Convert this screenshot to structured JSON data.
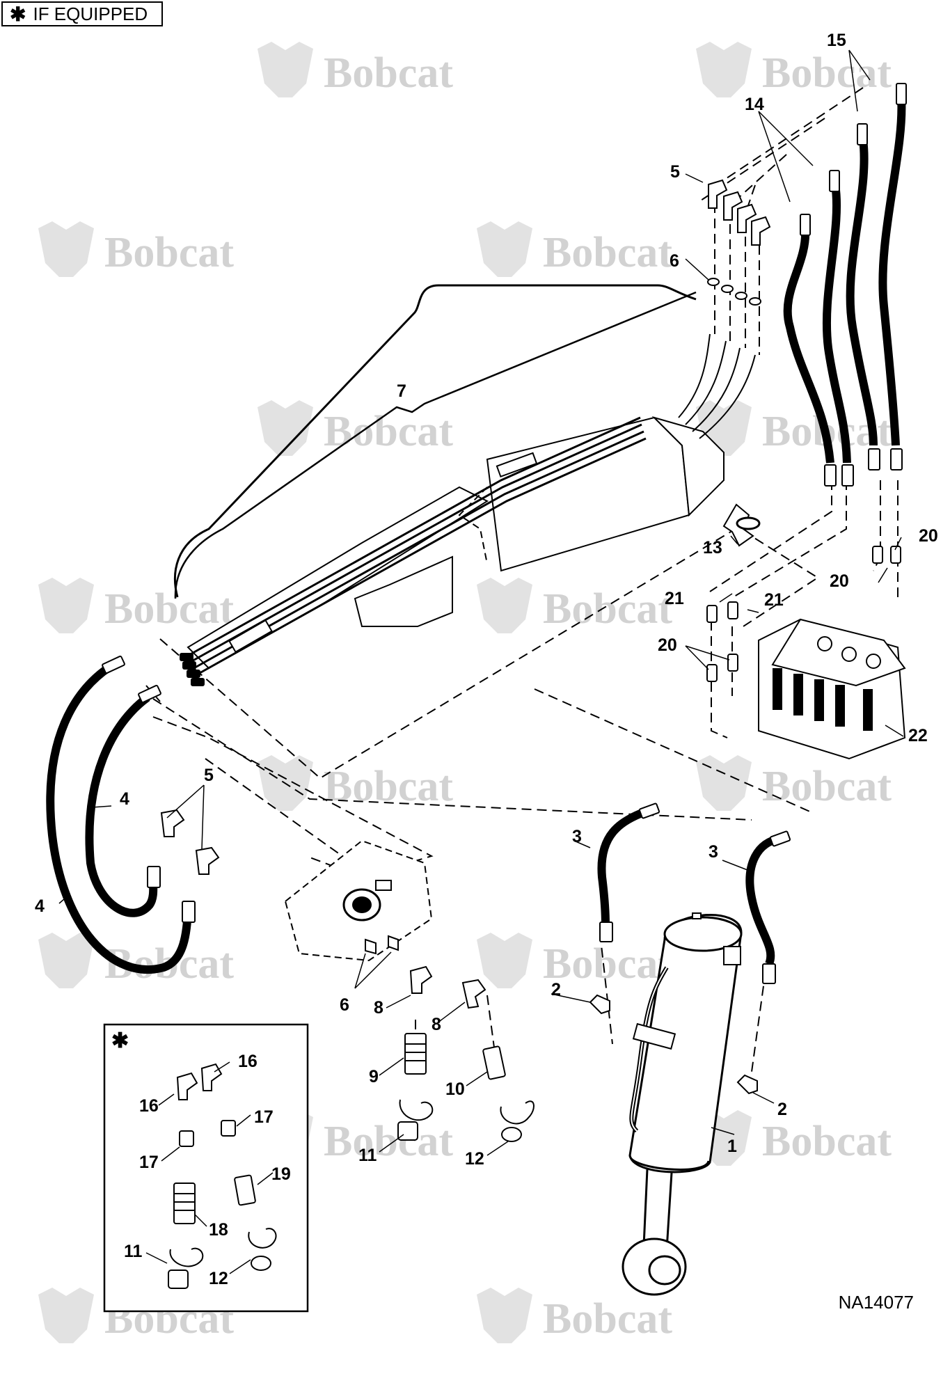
{
  "header": {
    "star": "✱",
    "label": "IF EQUIPPED"
  },
  "drawing_code": "NA14077",
  "watermark": {
    "text": "Bobcat",
    "color": "#d2d2d2"
  },
  "inset": {
    "marker": "✱"
  },
  "callouts": [
    "1",
    "2",
    "2",
    "3",
    "3",
    "4",
    "4",
    "5",
    "5",
    "6",
    "6",
    "7",
    "8",
    "8",
    "9",
    "10",
    "11",
    "11",
    "12",
    "12",
    "13",
    "14",
    "15",
    "16",
    "16",
    "17",
    "17",
    "18",
    "19",
    "20",
    "20",
    "20",
    "21",
    "21",
    "22"
  ]
}
